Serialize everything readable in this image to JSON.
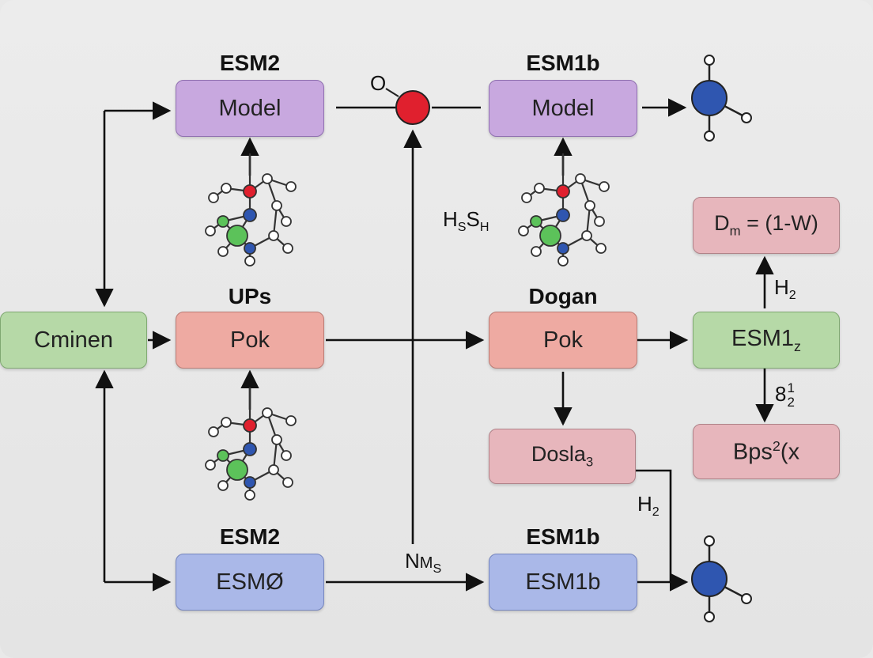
{
  "nodes": {
    "top_left": {
      "header": "ESM2",
      "label": "Model"
    },
    "top_right": {
      "header": "ESM1b",
      "label": "Model"
    },
    "cminen": {
      "label": "Cminen"
    },
    "mid_left": {
      "header": "UPs",
      "label": "Pok"
    },
    "mid_right": {
      "header": "Dogan",
      "label": "Pok"
    },
    "esm1z": {
      "label": "ESM1",
      "label_sub": "z"
    },
    "dm_formula": {
      "label_a": "D",
      "label_sub": "m",
      "label_b": " = (1-W)"
    },
    "bps": {
      "label_a": "Bps",
      "label_sup": "2",
      "label_b": "(x"
    },
    "dosla": {
      "label_a": "Dosla",
      "label_sub": "3"
    },
    "bot_left": {
      "header": "ESM2",
      "label": "ESMØ"
    },
    "bot_right": {
      "header": "ESM1b",
      "label": "ESM1b"
    }
  },
  "edge_labels": {
    "hssh": {
      "a": "H",
      "b": "S",
      "c": "S",
      "d": "H"
    },
    "h2_up": {
      "a": "H",
      "b": "2"
    },
    "eight": {
      "a": "8",
      "b": "2",
      "c": "1"
    },
    "h2_down": {
      "a": "H",
      "b": "2"
    },
    "nms": {
      "a": "N",
      "b": "M",
      "c": "S"
    },
    "o_circle": "O"
  },
  "colors": {
    "purple": "#c8a8df",
    "salmon": "#eeaaa2",
    "green": "#b6d9a7",
    "pink": "#e7b6bc",
    "blue": "#aab8e8",
    "atom_red": "#e0202e",
    "atom_blue": "#2f56b0",
    "atom_green": "#5cc25a"
  },
  "icons": [
    "molecule-icon",
    "atom-node-icon"
  ]
}
